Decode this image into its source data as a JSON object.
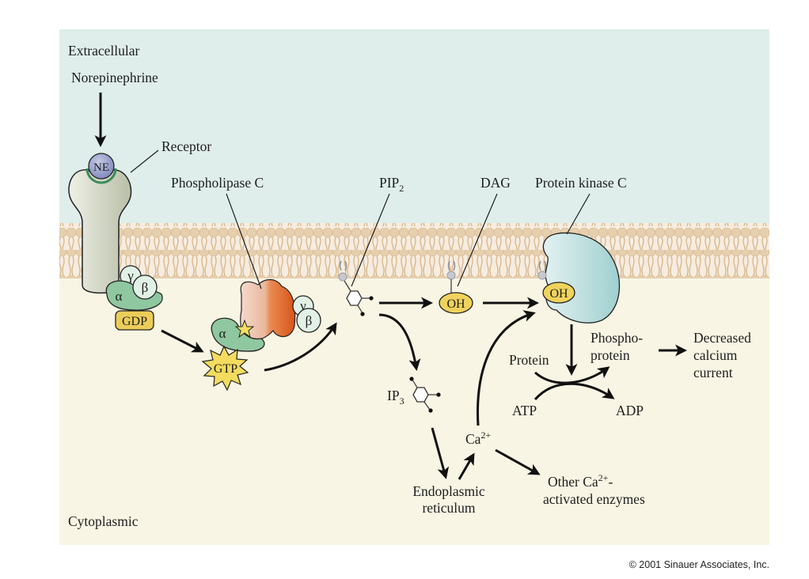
{
  "title": "Norepinephrine signaling via phospholipase C and protein kinase C",
  "regions": {
    "extracellular": "Extracellular",
    "cytoplasmic": "Cytoplasmic"
  },
  "labels": {
    "norepinephrine": "Norepinephrine",
    "receptor": "Receptor",
    "ne": "NE",
    "phospholipase_c": "Phospholipase C",
    "pip2_base": "PIP",
    "pip2_sub": "2",
    "dag": "DAG",
    "protein_kinase_c": "Protein kinase C",
    "oh": "OH",
    "gdp": "GDP",
    "gtp": "GTP",
    "alpha": "α",
    "beta": "β",
    "gamma": "γ",
    "ip3_base": "IP",
    "ip3_sub": "3",
    "ca_base": "Ca",
    "ca_sup": "2+",
    "endoplasmic_line1": "Endoplasmic",
    "endoplasmic_line2": "reticulum",
    "other_line1_base": "Other Ca",
    "other_line1_sup": "2+",
    "other_line1_tail": "-",
    "other_line2": "activated enzymes",
    "protein": "Protein",
    "atp": "ATP",
    "adp": "ADP",
    "phospho_line1": "Phospho-",
    "phospho_line2": "protein",
    "decreased_line1": "Decreased",
    "decreased_line2": "calcium",
    "decreased_line3": "current"
  },
  "copyright": "© 2001 Sinauer Associates, Inc.",
  "colors": {
    "extracellular": "#dfeeeb",
    "cytoplasm": "#f8f5e4",
    "membrane_head": "#e8d2b4",
    "membrane_tail": "#d9b88c",
    "receptor": "#d8dccc",
    "ne": "#8f98c8",
    "g_alpha": "#8fc7a0",
    "g_beta_gamma": "#e2f1e6",
    "gdp": "#eccd5a",
    "gtp": "#f3dc5e",
    "plc_light": "#f0cbb8",
    "plc_dark": "#e0652a",
    "pkc": "#bfe0e0",
    "oh": "#efd35c"
  }
}
